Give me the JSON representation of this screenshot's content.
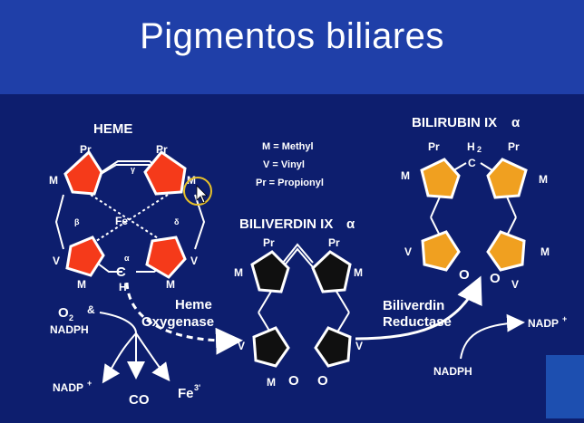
{
  "title": "Pigmentos biliares",
  "heme": {
    "name": "HEME",
    "iron": "Fe",
    "alpha": "α",
    "beta": "β",
    "gamma": "γ",
    "delta": "δ",
    "bridge_carbon": "C",
    "bridge_h": "H",
    "substituents": {
      "pr1": "Pr",
      "pr2": "Pr",
      "m1": "M",
      "m2": "M",
      "v1": "V",
      "v2": "V",
      "m3": "M",
      "m4": "M"
    }
  },
  "legend": {
    "methyl": "M = Methyl",
    "vinyl": "V = Vinyl",
    "propionyl": "Pr = Propionyl"
  },
  "biliverdin": {
    "name": "BILIVERDIN IX",
    "suffix": "α",
    "substituents": {
      "pr1": "Pr",
      "pr2": "Pr",
      "m1": "M",
      "m2": "M",
      "v1": "V",
      "v2": "V",
      "m3": "M",
      "o1": "O",
      "o2": "O"
    }
  },
  "bilirubin": {
    "name": "BILIRUBIN IX",
    "suffix": "α",
    "bridge_h": "H",
    "bridge_2": "2",
    "bridge_c": "C",
    "substituents": {
      "pr1": "Pr",
      "pr2": "Pr",
      "m1": "M",
      "m2": "M",
      "v1": "V",
      "v2": "V",
      "m3": "M",
      "o1": "O",
      "o2": "O"
    }
  },
  "reaction1": {
    "enzyme_line1": "Heme",
    "enzyme_line2": "Oxygenase",
    "o2": "O",
    "o2_sub": "2",
    "amp": "&",
    "nadph": "NADPH",
    "nadp": "NADP",
    "nadp_sup": "+",
    "co": "CO",
    "fe": "Fe",
    "fe_sup": "3'"
  },
  "reaction2": {
    "enzyme_line1": "Biliverdin",
    "enzyme_line2": "Reductase",
    "nadp": "NADP",
    "nadp_sup": "+",
    "nadph": "NADPH"
  },
  "colors": {
    "heme_ring": "#f53a1a",
    "biliverdin_ring": "#101010",
    "bilirubin_ring": "#f0a020",
    "background": "#0d1e6e",
    "header": "#1f3fa8"
  }
}
